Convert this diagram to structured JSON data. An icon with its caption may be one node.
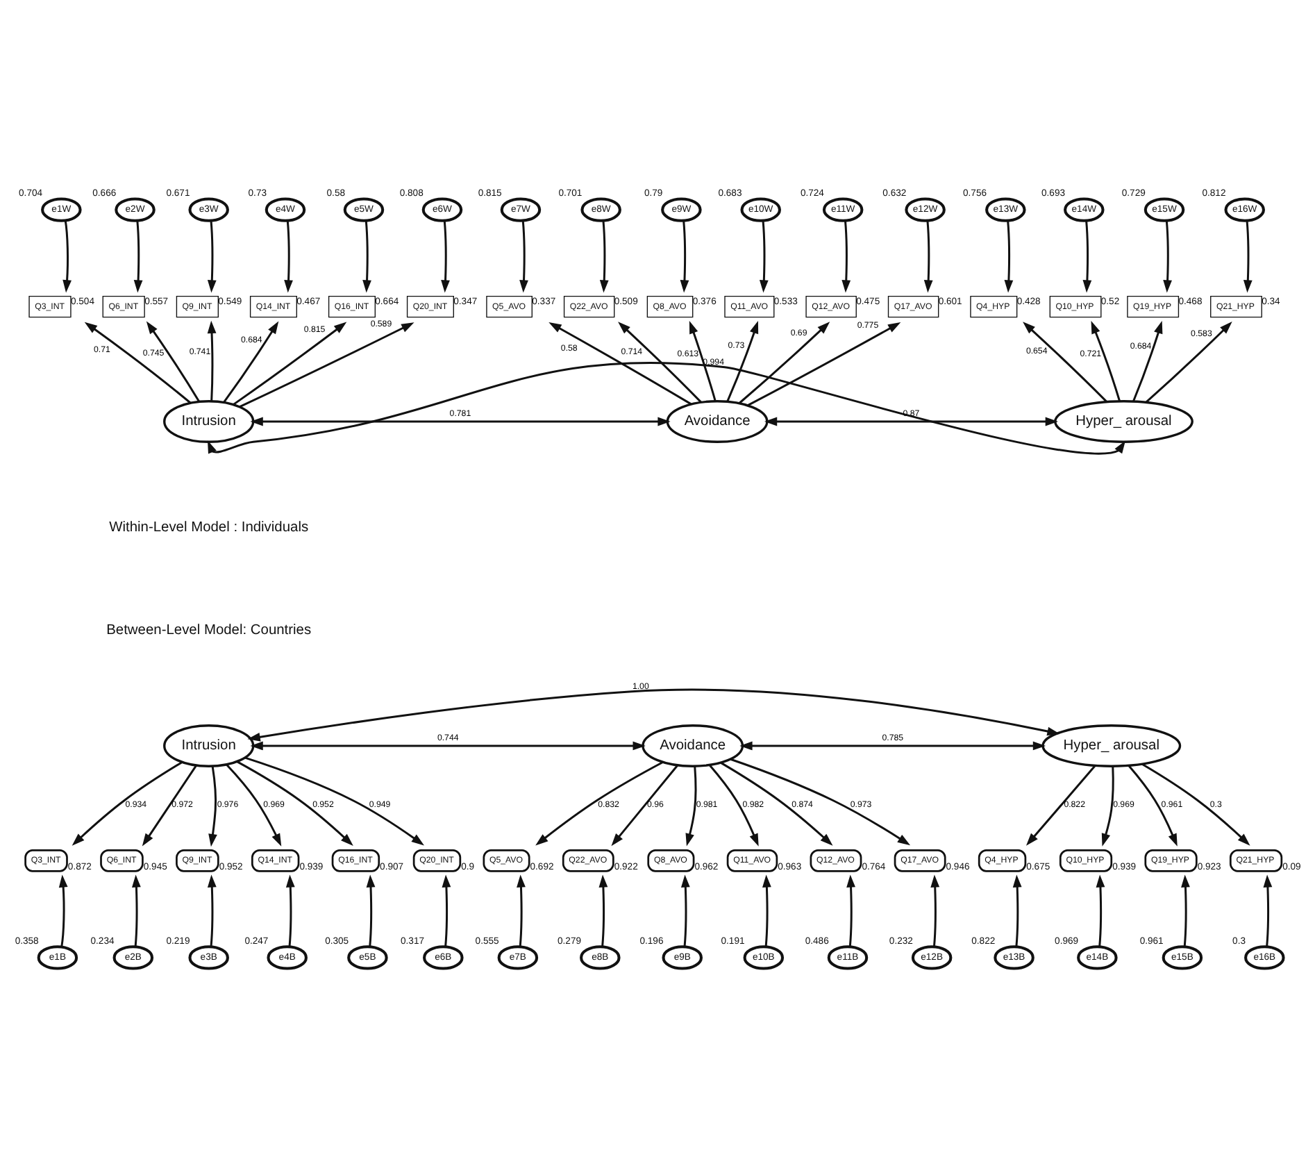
{
  "diagram": {
    "nodes": [
      {
        "text": [
          "e1W"
        ],
        "beside": [
          "0.704"
        ]
      },
      {
        "text": [
          "e2W"
        ],
        "beside": [
          "0.666"
        ]
      },
      {
        "text": [
          "e3W"
        ],
        "beside": [
          "0.671"
        ]
      },
      {
        "text": [
          "e4W"
        ],
        "beside": [
          "0.73"
        ]
      },
      {
        "text": [
          "e5W"
        ],
        "beside": [
          "0.58"
        ]
      },
      {
        "text": [
          "e6W"
        ],
        "beside": [
          "0.808"
        ]
      },
      {
        "text": [
          "e7W"
        ],
        "beside": [
          "0.815"
        ]
      },
      {
        "text": [
          "e8W"
        ],
        "beside": [
          "0.701"
        ]
      },
      {
        "text": [
          "e9W"
        ],
        "beside": [
          "0.79"
        ]
      },
      {
        "text": [
          "e10W"
        ],
        "beside": [
          "0.683"
        ]
      },
      {
        "text": [
          "e11W"
        ],
        "beside": [
          "0.724"
        ]
      },
      {
        "text": [
          "e12W"
        ],
        "beside": [
          "0.632"
        ]
      },
      {
        "text": [
          "e13W"
        ],
        "beside": [
          "0.756"
        ]
      },
      {
        "text": [
          "e14W"
        ],
        "beside": [
          "0.693"
        ]
      },
      {
        "text": [
          "e15W"
        ],
        "beside": [
          "0.729"
        ]
      },
      {
        "text": [
          "e16W"
        ],
        "beside": [
          "0.812"
        ]
      },
      {
        "text": [
          "Q3_INT"
        ],
        "beside": [
          "0.504"
        ]
      },
      {
        "text": [
          "Q6_INT"
        ],
        "beside": [
          "0.557"
        ]
      },
      {
        "text": [
          "Q9_INT"
        ],
        "beside": [
          "0.549"
        ]
      },
      {
        "text": [
          "Q14_INT"
        ],
        "beside": [
          "0.467"
        ]
      },
      {
        "text": [
          "Q16_INT"
        ],
        "beside": [
          "0.664"
        ]
      },
      {
        "text": [
          "Q20_INT"
        ],
        "beside": [
          "0.347"
        ]
      },
      {
        "text": [
          "Q5_AVO"
        ],
        "beside": [
          "0.337"
        ]
      },
      {
        "text": [
          "Q22_AVO"
        ],
        "beside": [
          "0.509"
        ]
      },
      {
        "text": [
          "Q8_AVO"
        ],
        "beside": [
          "0.376"
        ]
      },
      {
        "text": [
          "Q11_AVO"
        ],
        "beside": [
          "0.533"
        ]
      },
      {
        "text": [
          "Q12_AVO"
        ],
        "beside": [
          "0.475"
        ]
      },
      {
        "text": [
          "Q17_AVO"
        ],
        "beside": [
          "0.601"
        ]
      },
      {
        "text": [
          "Q4_HYP"
        ],
        "beside": [
          "0.428"
        ]
      },
      {
        "text": [
          "Q10_HYP"
        ],
        "beside": [
          "0.52"
        ]
      },
      {
        "text": [
          "Q19_HYP"
        ],
        "beside": [
          "0.468"
        ]
      },
      {
        "text": [
          "Q21_HYP"
        ],
        "beside": [
          "0.34"
        ]
      },
      {
        "text": [
          "Intrusion"
        ]
      },
      {
        "text": [
          "Avoidance"
        ]
      },
      {
        "text": [
          "Hyper_ arousal"
        ]
      },
      {
        "text": [
          "Intrusion"
        ]
      },
      {
        "text": [
          "Avoidance"
        ]
      },
      {
        "text": [
          "Hyper_ arousal"
        ]
      },
      {
        "text": [
          "Q3_INT"
        ],
        "beside": [
          "0.872"
        ]
      },
      {
        "text": [
          "Q6_INT"
        ],
        "beside": [
          "0.945"
        ]
      },
      {
        "text": [
          "Q9_INT"
        ],
        "beside": [
          "0.952"
        ]
      },
      {
        "text": [
          "Q14_INT"
        ],
        "beside": [
          "0.939"
        ]
      },
      {
        "text": [
          "Q16_INT"
        ],
        "beside": [
          "0.907"
        ]
      },
      {
        "text": [
          "Q20_INT"
        ],
        "beside": [
          "0.9"
        ]
      },
      {
        "text": [
          "Q5_AVO"
        ],
        "beside": [
          "0.692"
        ]
      },
      {
        "text": [
          "Q22_AVO"
        ],
        "beside": [
          "0.922"
        ]
      },
      {
        "text": [
          "Q8_AVO"
        ],
        "beside": [
          "0.962"
        ]
      },
      {
        "text": [
          "Q11_AVO"
        ],
        "beside": [
          "0.963"
        ]
      },
      {
        "text": [
          "Q12_AVO"
        ],
        "beside": [
          "0.764"
        ]
      },
      {
        "text": [
          "Q17_AVO"
        ],
        "beside": [
          "0.946"
        ]
      },
      {
        "text": [
          "Q4_HYP"
        ],
        "beside": [
          "0.675"
        ]
      },
      {
        "text": [
          "Q10_HYP"
        ],
        "beside": [
          "0.939"
        ]
      },
      {
        "text": [
          "Q19_HYP"
        ],
        "beside": [
          "0.923"
        ]
      },
      {
        "text": [
          "Q21_HYP"
        ],
        "beside": [
          "0.09"
        ]
      },
      {
        "text": [
          "e1B"
        ],
        "beside": [
          "0.358"
        ]
      },
      {
        "text": [
          "e2B"
        ],
        "beside": [
          "0.234"
        ]
      },
      {
        "text": [
          "e3B"
        ],
        "beside": [
          "0.219"
        ]
      },
      {
        "text": [
          "e4B"
        ],
        "beside": [
          "0.247"
        ]
      },
      {
        "text": [
          "e5B"
        ],
        "beside": [
          "0.305"
        ]
      },
      {
        "text": [
          "e6B"
        ],
        "beside": [
          "0.317"
        ]
      },
      {
        "text": [
          "e7B"
        ],
        "beside": [
          "0.555"
        ]
      },
      {
        "text": [
          "e8B"
        ],
        "beside": [
          "0.279"
        ]
      },
      {
        "text": [
          "e9B"
        ],
        "beside": [
          "0.196"
        ]
      },
      {
        "text": [
          "e10B"
        ],
        "beside": [
          "0.191"
        ]
      },
      {
        "text": [
          "e11B"
        ],
        "beside": [
          "0.486"
        ]
      },
      {
        "text": [
          "e12B"
        ],
        "beside": [
          "0.232"
        ]
      },
      {
        "text": [
          "e13B"
        ],
        "beside": [
          "0.822"
        ]
      },
      {
        "text": [
          "e14B"
        ],
        "beside": [
          "0.969"
        ]
      },
      {
        "text": [
          "e15B"
        ],
        "beside": [
          "0.961"
        ]
      },
      {
        "text": [
          "e16B"
        ],
        "beside": [
          "0.3"
        ]
      }
    ],
    "edges": [
      {
        "from": 0,
        "to": 16,
        "arrow": "to"
      },
      {
        "from": 1,
        "to": 17,
        "arrow": "to"
      },
      {
        "from": 2,
        "to": 18,
        "arrow": "to"
      },
      {
        "from": 3,
        "to": 19,
        "arrow": "to"
      },
      {
        "from": 4,
        "to": 20,
        "arrow": "to"
      },
      {
        "from": 5,
        "to": 21,
        "arrow": "to"
      },
      {
        "from": 6,
        "to": 22,
        "arrow": "to"
      },
      {
        "from": 7,
        "to": 23,
        "arrow": "to"
      },
      {
        "from": 8,
        "to": 24,
        "arrow": "to"
      },
      {
        "from": 9,
        "to": 25,
        "arrow": "to"
      },
      {
        "from": 10,
        "to": 26,
        "arrow": "to"
      },
      {
        "from": 11,
        "to": 27,
        "arrow": "to"
      },
      {
        "from": 12,
        "to": 28,
        "arrow": "to"
      },
      {
        "from": 13,
        "to": 29,
        "arrow": "to"
      },
      {
        "from": 14,
        "to": 30,
        "arrow": "to"
      },
      {
        "from": 15,
        "to": 31,
        "arrow": "to"
      },
      {
        "from": 32,
        "to": 16,
        "arrow": "to",
        "label": "0.71"
      },
      {
        "from": 32,
        "to": 17,
        "arrow": "to",
        "label": "0.745"
      },
      {
        "from": 32,
        "to": 18,
        "arrow": "to",
        "label": "0.741"
      },
      {
        "from": 32,
        "to": 19,
        "arrow": "to",
        "label": "0.684"
      },
      {
        "from": 32,
        "to": 20,
        "arrow": "to",
        "label": "0.815"
      },
      {
        "from": 32,
        "to": 21,
        "arrow": "to",
        "label": "0.589"
      },
      {
        "from": 33,
        "to": 22,
        "arrow": "to",
        "label": "0.58"
      },
      {
        "from": 33,
        "to": 23,
        "arrow": "to",
        "label": "0.714"
      },
      {
        "from": 33,
        "to": 24,
        "arrow": "to",
        "label": "0.613"
      },
      {
        "from": 33,
        "to": 25,
        "arrow": "to",
        "label": "0.73"
      },
      {
        "from": 33,
        "to": 26,
        "arrow": "to",
        "label": "0.69"
      },
      {
        "from": 33,
        "to": 27,
        "arrow": "to",
        "label": "0.775"
      },
      {
        "from": 34,
        "to": 28,
        "arrow": "to",
        "label": "0.654"
      },
      {
        "from": 34,
        "to": 29,
        "arrow": "to",
        "label": "0.721"
      },
      {
        "from": 34,
        "to": 30,
        "arrow": "to",
        "label": "0.684"
      },
      {
        "from": 34,
        "to": 31,
        "arrow": "to",
        "label": "0.583"
      },
      {
        "from": 32,
        "to": 33,
        "arrow": "both",
        "label": "0.781"
      },
      {
        "from": 33,
        "to": 34,
        "arrow": "both",
        "label": "0.87"
      },
      {
        "from": 32,
        "to": 34,
        "arrow": "both",
        "label": "0.994"
      },
      {
        "from": 35,
        "to": 37,
        "arrow": "both",
        "label": "1.00"
      },
      {
        "from": 35,
        "to": 36,
        "arrow": "both",
        "label": "0.744"
      },
      {
        "from": 36,
        "to": 37,
        "arrow": "both",
        "label": "0.785"
      },
      {
        "from": 35,
        "to": 38,
        "arrow": "to",
        "label": "0.934"
      },
      {
        "from": 35,
        "to": 39,
        "arrow": "to",
        "label": "0.972"
      },
      {
        "from": 35,
        "to": 40,
        "arrow": "to",
        "label": "0.976"
      },
      {
        "from": 35,
        "to": 41,
        "arrow": "to",
        "label": "0.969"
      },
      {
        "from": 35,
        "to": 42,
        "arrow": "to",
        "label": "0.952"
      },
      {
        "from": 35,
        "to": 43,
        "arrow": "to",
        "label": "0.949"
      },
      {
        "from": 36,
        "to": 44,
        "arrow": "to",
        "label": "0.832"
      },
      {
        "from": 36,
        "to": 45,
        "arrow": "to",
        "label": "0.96"
      },
      {
        "from": 36,
        "to": 46,
        "arrow": "to",
        "label": "0.981"
      },
      {
        "from": 36,
        "to": 47,
        "arrow": "to",
        "label": "0.982"
      },
      {
        "from": 36,
        "to": 48,
        "arrow": "to",
        "label": "0.874"
      },
      {
        "from": 36,
        "to": 49,
        "arrow": "to",
        "label": "0.973"
      },
      {
        "from": 37,
        "to": 50,
        "arrow": "to",
        "label": "0.822"
      },
      {
        "from": 37,
        "to": 51,
        "arrow": "to",
        "label": "0.969"
      },
      {
        "from": 37,
        "to": 52,
        "arrow": "to",
        "label": "0.961"
      },
      {
        "from": 37,
        "to": 53,
        "arrow": "to",
        "label": "0.3"
      },
      {
        "from": 54,
        "to": 38,
        "arrow": "to"
      },
      {
        "from": 55,
        "to": 39,
        "arrow": "to"
      },
      {
        "from": 56,
        "to": 40,
        "arrow": "to"
      },
      {
        "from": 57,
        "to": 41,
        "arrow": "to"
      },
      {
        "from": 58,
        "to": 42,
        "arrow": "to"
      },
      {
        "from": 59,
        "to": 43,
        "arrow": "to"
      },
      {
        "from": 60,
        "to": 44,
        "arrow": "to"
      },
      {
        "from": 61,
        "to": 45,
        "arrow": "to"
      },
      {
        "from": 62,
        "to": 46,
        "arrow": "to"
      },
      {
        "from": 63,
        "to": 47,
        "arrow": "to"
      },
      {
        "from": 64,
        "to": 48,
        "arrow": "to"
      },
      {
        "from": 65,
        "to": 49,
        "arrow": "to"
      },
      {
        "from": 66,
        "to": 50,
        "arrow": "to"
      },
      {
        "from": 67,
        "to": 51,
        "arrow": "to"
      },
      {
        "from": 68,
        "to": 52,
        "arrow": "to"
      },
      {
        "from": 69,
        "to": 53,
        "arrow": "to"
      }
    ],
    "labels": [
      "Within-Level Model : Individuals",
      "Between-Level Model: Countries"
    ]
  }
}
